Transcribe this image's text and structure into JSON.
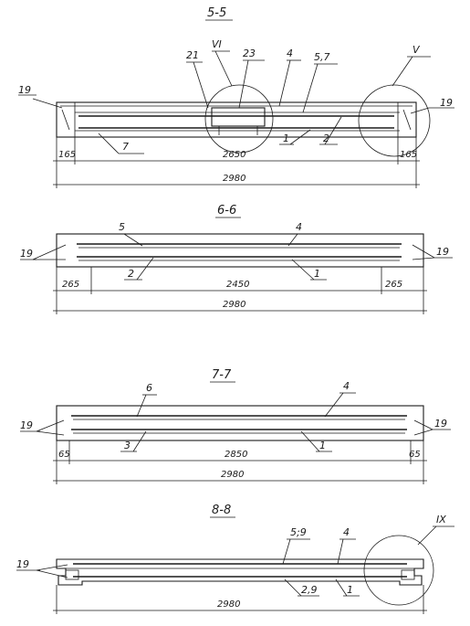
{
  "sections": [
    {
      "title": "5-5",
      "callouts": [
        "19",
        "21",
        "VI",
        "23",
        "4",
        "5,7",
        "V",
        "19",
        "7",
        "1",
        "2"
      ],
      "dims": [
        "165",
        "2650",
        "165",
        "2980"
      ]
    },
    {
      "title": "6-6",
      "callouts": [
        "5",
        "4",
        "19",
        "19",
        "2",
        "1"
      ],
      "dims": [
        "265",
        "2450",
        "265",
        "2980"
      ]
    },
    {
      "title": "7-7",
      "callouts": [
        "6",
        "4",
        "19",
        "19",
        "3",
        "1"
      ],
      "dims": [
        "65",
        "2850",
        "65",
        "2980"
      ]
    },
    {
      "title": "8-8",
      "callouts": [
        "5;9",
        "4",
        "IX",
        "19",
        "2,9",
        "1"
      ],
      "dims": [
        "2980"
      ]
    }
  ]
}
